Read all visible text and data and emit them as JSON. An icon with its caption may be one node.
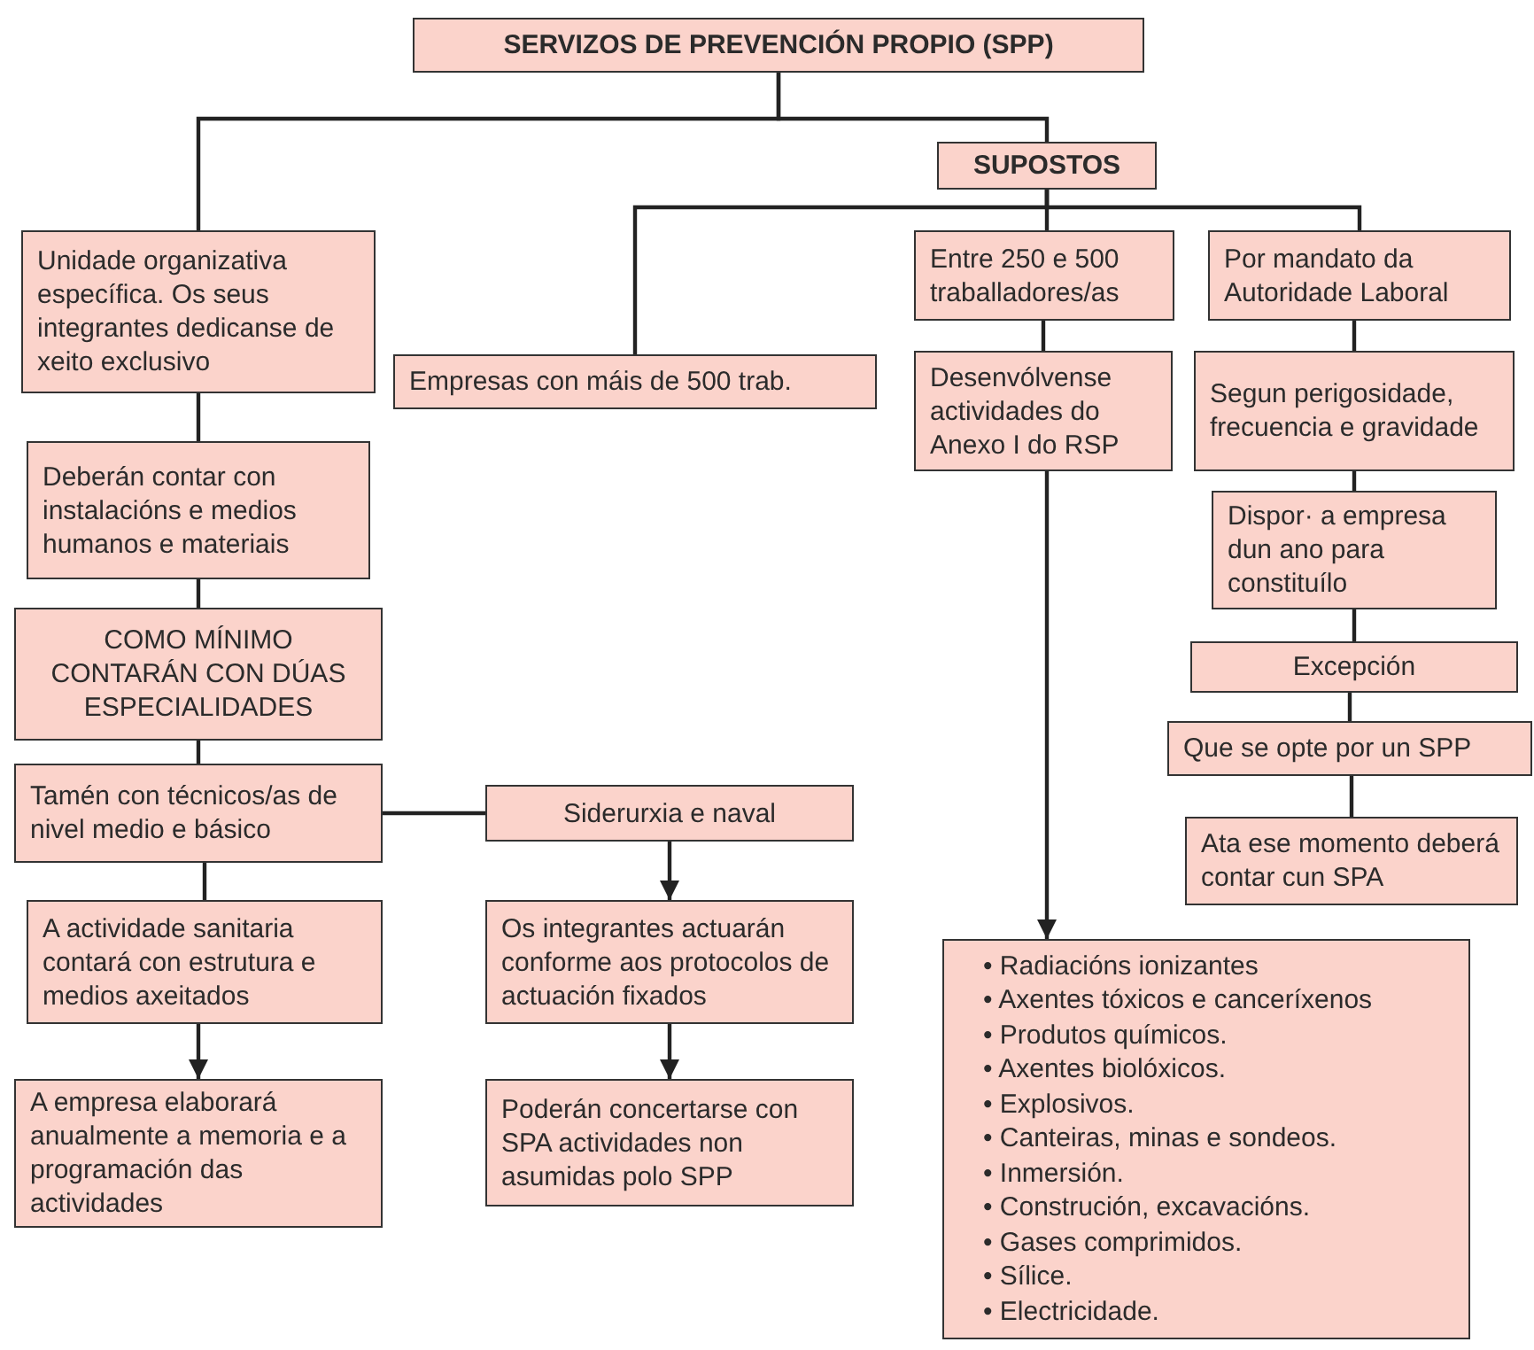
{
  "diagram": {
    "nodes": [
      {
        "text": [
          "SERVIZOS DE PREVENCIÓN PROPIO (SPP)"
        ]
      },
      {
        "text": [
          "SUPOSTOS"
        ]
      },
      {
        "text": [
          "Unidade organizativa específica. Os seus integrantes dedicanse de xeito exclusivo"
        ]
      },
      {
        "text": [
          "Empresas con máis de 500 trab."
        ]
      },
      {
        "text": [
          "Entre 250 e 500 traballadores/as"
        ]
      },
      {
        "text": [
          "Por mandato da Autoridade Laboral"
        ]
      },
      {
        "text": [
          "Desenvólvense actividades do Anexo I do RSP"
        ]
      },
      {
        "text": [
          "Segun perigosidade, frecuencia e gravidade"
        ]
      },
      {
        "text": [
          "Deberán contar con instalacións e medios humanos e materiais"
        ]
      },
      {
        "text": [
          "Dispor· a empresa dun ano para constituílo"
        ]
      },
      {
        "text": [
          "COMO MÍNIMO CONTARÁN CON DÚAS ESPECIALIDADES"
        ]
      },
      {
        "text": [
          "Excepción"
        ]
      },
      {
        "text": [
          "Tamén con técnicos/as de nivel medio e básico"
        ]
      },
      {
        "text": [
          "Siderurxia e naval"
        ]
      },
      {
        "text": [
          "Que se opte por un SPP"
        ]
      },
      {
        "text": [
          "Ata ese momento deberá contar cun SPA"
        ]
      },
      {
        "text": [
          "A actividade sanitaria contará con estrutura e medios axeitados"
        ]
      },
      {
        "text": [
          "Os integrantes actuarán conforme aos protocolos de actuación fixados"
        ]
      },
      {
        "text": [
          "• Radiacións ionizantes",
          "• Axentes tóxicos e canceríxenos",
          "• Produtos químicos.",
          "• Axentes biolóxicos.",
          "• Explosivos.",
          "• Canteiras, minas e sondeos.",
          "• Inmersión.",
          "• Construción, excavacións.",
          "• Gases comprimidos.",
          "• Sílice.",
          "• Electricidade."
        ]
      },
      {
        "text": [
          "A empresa elaborará anualmente a memoria e a programación das actividades"
        ]
      },
      {
        "text": [
          "Poderán concertarse con SPA actividades non asumidas polo SPP"
        ]
      }
    ],
    "edges": [
      {
        "from": 0,
        "to": 2,
        "arrow": "none"
      },
      {
        "from": 0,
        "to": 1,
        "arrow": "none"
      },
      {
        "from": 1,
        "to": 3,
        "arrow": "none"
      },
      {
        "from": 1,
        "to": 4,
        "arrow": "none"
      },
      {
        "from": 1,
        "to": 5,
        "arrow": "none"
      },
      {
        "from": 4,
        "to": 6,
        "arrow": "none"
      },
      {
        "from": 6,
        "to": 18,
        "arrow": "to"
      },
      {
        "from": 5,
        "to": 7,
        "arrow": "none"
      },
      {
        "from": 7,
        "to": 9,
        "arrow": "none"
      },
      {
        "from": 9,
        "to": 11,
        "arrow": "none"
      },
      {
        "from": 11,
        "to": 14,
        "arrow": "none"
      },
      {
        "from": 14,
        "to": 15,
        "arrow": "none"
      },
      {
        "from": 2,
        "to": 8,
        "arrow": "none"
      },
      {
        "from": 8,
        "to": 10,
        "arrow": "none"
      },
      {
        "from": 10,
        "to": 12,
        "arrow": "none"
      },
      {
        "from": 12,
        "to": 13,
        "arrow": "none"
      },
      {
        "from": 12,
        "to": 16,
        "arrow": "none"
      },
      {
        "from": 16,
        "to": 19,
        "arrow": "to"
      },
      {
        "from": 13,
        "to": 17,
        "arrow": "to"
      },
      {
        "from": 17,
        "to": 20,
        "arrow": "to"
      }
    ]
  }
}
